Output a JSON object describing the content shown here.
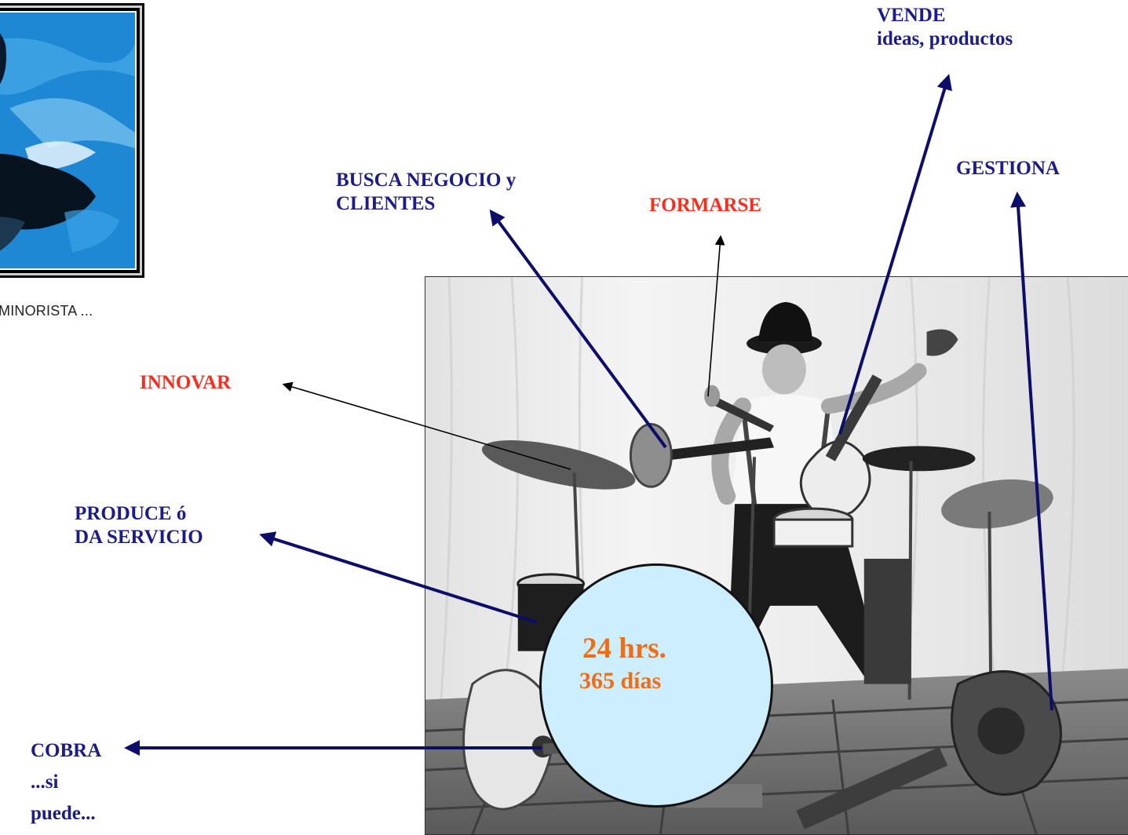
{
  "caption": "MINORISTA ...",
  "labels": {
    "vende": {
      "line1": "VENDE",
      "line2": "ideas, productos"
    },
    "gestiona": "GESTIONA",
    "busca": {
      "line1": "BUSCA NEGOCIO y",
      "line2": "CLIENTES"
    },
    "formarse": "FORMARSE",
    "innovar": "INNOVAR",
    "produce": {
      "line1": "PRODUCE ó",
      "line2": "DA SERVICIO"
    },
    "cobra": {
      "line1": "COBRA",
      "line2": "...si",
      "line3": "puede..."
    }
  },
  "center": {
    "line1": "24 hrs.",
    "line2": "365 días"
  },
  "colors": {
    "label_blue": "#1b1b8a",
    "label_red": "#ff2a1a",
    "arrow_blue": "#0d0d6b",
    "arrow_black": "#000000",
    "circle_fill": "#cdeeff",
    "center_text": "#f26d12"
  }
}
